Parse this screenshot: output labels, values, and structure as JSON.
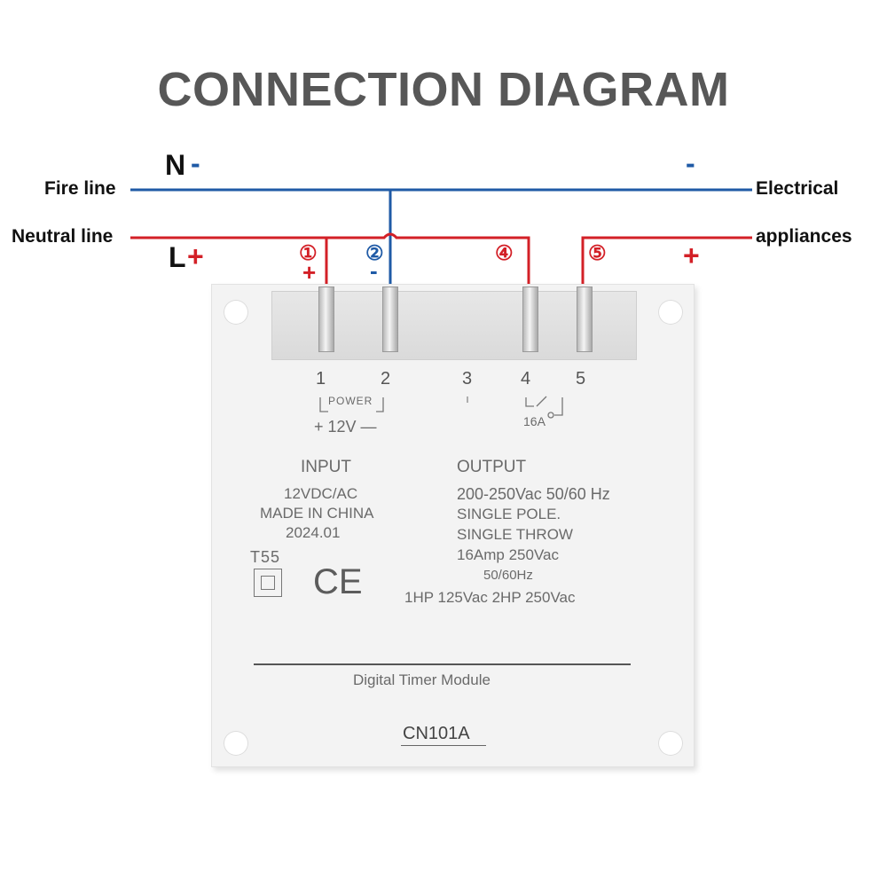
{
  "title": "CONNECTION DIAGRAM",
  "wires": {
    "fire_line_label": "Fire line",
    "neutral_line_label": "Neutral line",
    "n_letter": "N",
    "n_sign": "-",
    "l_letter": "L",
    "l_sign": "+",
    "right_minus": "-",
    "right_plus": "+",
    "electrical_label": "Electrical",
    "appliances_label": "appliances",
    "colors": {
      "blue": "#1f5aa6",
      "red": "#d32027"
    }
  },
  "markers": {
    "m1": "①",
    "m1_sign": "+",
    "m2": "②",
    "m2_sign": "-",
    "m4": "④",
    "m5": "⑤"
  },
  "module": {
    "terminals": [
      "1",
      "2",
      "3",
      "4",
      "5"
    ],
    "power_label": "POWER",
    "voltage_label": "+  12V  —",
    "relay_rating": "16A",
    "input_heading": "INPUT",
    "input_lines": [
      "12VDC/AC",
      "MADE IN CHINA",
      "2024.01"
    ],
    "output_heading": "OUTPUT",
    "output_lines": [
      "200-250Vac  50/60 Hz",
      "SINGLE   POLE.",
      "SINGLE   THROW",
      "16Amp   250Vac",
      "50/60Hz",
      "1HP   125Vac      2HP   250Vac"
    ],
    "t55_label": "T55",
    "ce_mark": "CE",
    "product_name": "Digital   Timer   Module",
    "model": "CN101A"
  }
}
